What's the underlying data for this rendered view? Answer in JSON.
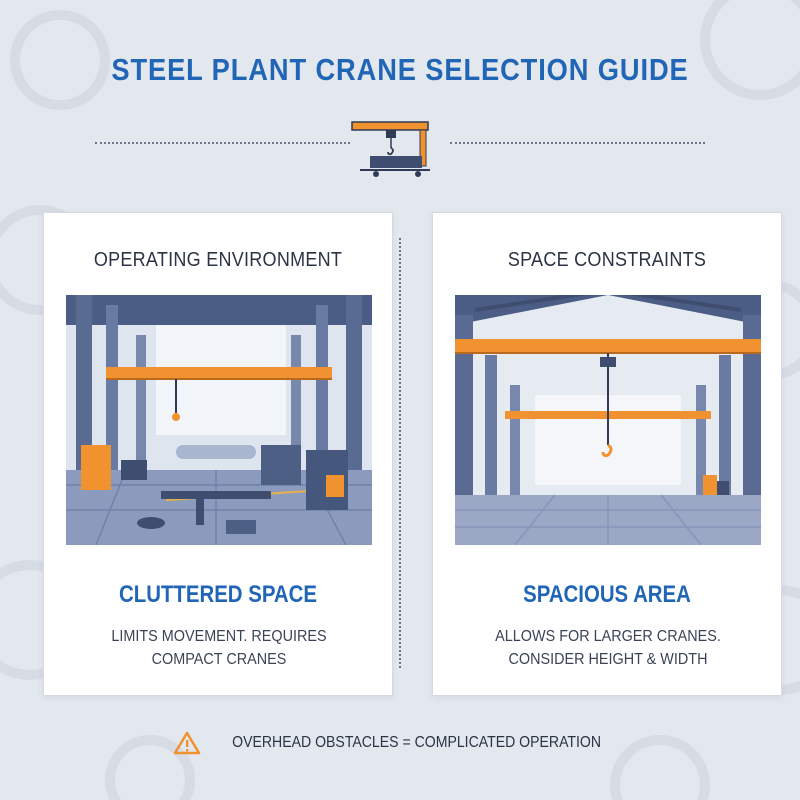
{
  "title": "STEEL PLANT CRANE SELECTION GUIDE",
  "icons": {
    "header": "crane-icon",
    "warning": "warning-triangle-icon"
  },
  "colors": {
    "accent_blue": "#2166b6",
    "accent_orange": "#f0922f",
    "steel": "#56678f",
    "background": "#e3e7ee"
  },
  "cards": [
    {
      "heading": "OPERATING ENVIRONMENT",
      "illustration": "cluttered-factory-floor-illustration",
      "subtitle": "CLUTTERED SPACE",
      "description": "LIMITS MOVEMENT. REQUIRES COMPACT CRANES"
    },
    {
      "heading": "SPACE CONSTRAINTS",
      "illustration": "spacious-warehouse-illustration",
      "subtitle": "SPACIOUS AREA",
      "description": "ALLOWS FOR LARGER CRANES. CONSIDER HEIGHT & WIDTH"
    }
  ],
  "footer": {
    "text": "OVERHEAD OBSTACLES = COMPLICATED OPERATION"
  }
}
